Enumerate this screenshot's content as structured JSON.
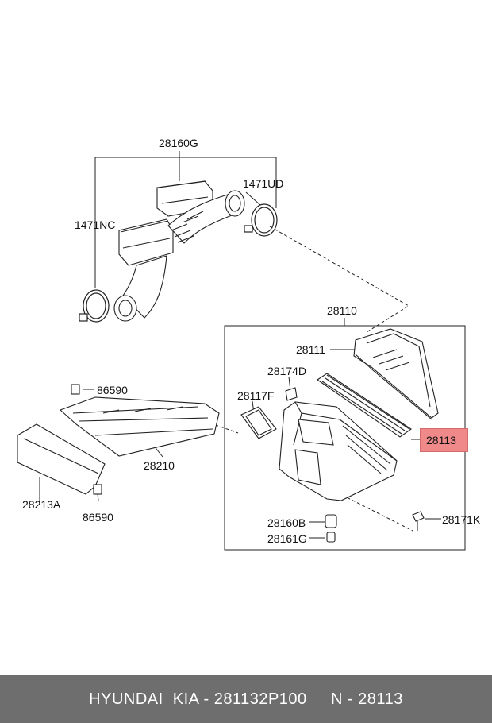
{
  "labels": {
    "p28160G": "28160G",
    "p1471UD": "1471UD",
    "p1471NC": "1471NC",
    "p28110": "28110",
    "p28111": "28111",
    "p28174D": "28174D",
    "p28117F": "28117F",
    "p28113": "28113",
    "p86590_top": "86590",
    "p28210": "28210",
    "p28213A": "28213A",
    "p86590_bottom": "86590",
    "p28160B": "28160B",
    "p28171K": "28171K",
    "p28161G": "28161G"
  },
  "highlight": {
    "part": "28113",
    "color": "#f08a8a"
  },
  "footer": {
    "brand": "HYUNDAI  KIA",
    "separator": " - ",
    "part_number": "281132P100",
    "gap": "     ",
    "n_label": "N - 28113"
  }
}
